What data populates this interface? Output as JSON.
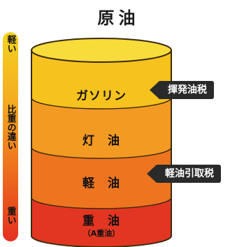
{
  "title": "原油",
  "side_bar": {
    "top_label": "軽い",
    "middle_label": "比重の違い",
    "bottom_label": "重い"
  },
  "layers": [
    {
      "label": "ガソリン",
      "color": "#f6c21d"
    },
    {
      "label": "灯　油",
      "color": "#f39a22"
    },
    {
      "label": "軽　油",
      "color": "#ee7420"
    },
    {
      "label": "重　油",
      "sub_label": "（A重油）",
      "color": "#e33622"
    }
  ],
  "tags": [
    {
      "label": "揮発油税"
    },
    {
      "label": "軽油引取税"
    }
  ],
  "colors": {
    "barrel_top": "#f7dc3a",
    "barrel_outline": "#3a2a10",
    "tag_background": "#2a2a2a"
  }
}
